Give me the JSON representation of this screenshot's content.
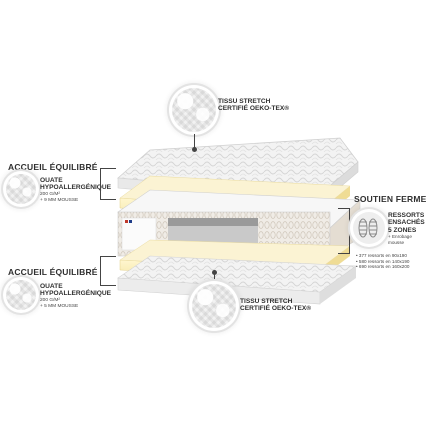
{
  "top_circle": {
    "line1": "TISSU STRETCH",
    "line2": "CERTIFIÉ OEKO-TEX®"
  },
  "bottom_circle": {
    "line1": "TISSU STRETCH",
    "line2": "CERTIFIÉ OEKO-TEX®"
  },
  "left_top": {
    "heading": "ACCUEIL ÉQUILIBRÉ",
    "title1": "OUATE",
    "title2": "HYPOALLERGÉNIQUE",
    "detail1": "200 G/M²",
    "detail2": "+ 9 MM MOUSSE"
  },
  "left_bottom": {
    "heading": "ACCUEIL ÉQUILIBRÉ",
    "title1": "OUATE",
    "title2": "HYPOALLERGÉNIQUE",
    "detail1": "200 G/M²",
    "detail2": "+ 5 MM MOUSSE"
  },
  "right": {
    "heading": "SOUTIEN FERME",
    "title1": "RESSORTS",
    "title2": "ENSACHÉS",
    "title3": "5 ZONES",
    "detail1": "+ Enrobage",
    "detail2": "mousse",
    "bullets": [
      "377 ressorts en 90x190",
      "580 ressorts en 140x190",
      "690 ressorts en 160x200"
    ]
  }
}
